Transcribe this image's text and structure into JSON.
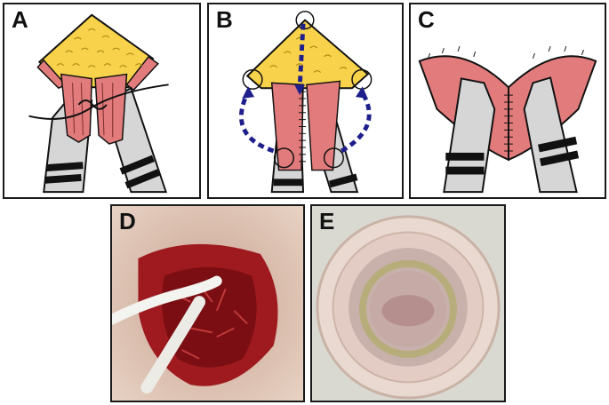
{
  "panels": {
    "a": {
      "label": "A"
    },
    "b": {
      "label": "B"
    },
    "c": {
      "label": "C"
    },
    "d": {
      "label": "D"
    },
    "e": {
      "label": "E"
    }
  },
  "colors": {
    "fat": "#f7d24a",
    "tissue": "#e27b7b",
    "tissue_dark": "#c25050",
    "tube": "#d6d6d6",
    "stripe": "#111111",
    "arrow": "#1f1f8c",
    "outline": "#1a1a1a"
  }
}
